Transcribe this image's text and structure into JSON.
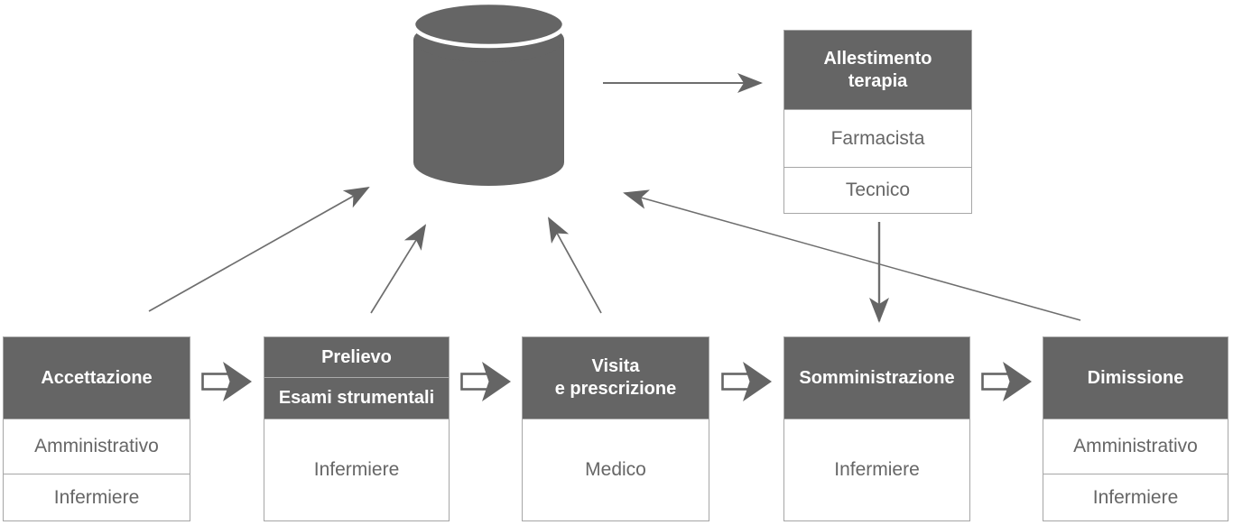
{
  "diagram": {
    "database": {
      "icon": "database-cylinder-icon",
      "shape": "cylinder"
    },
    "therapy_box": {
      "title_lines": [
        "Allestimento",
        "terapia"
      ],
      "roles": [
        "Farmacista",
        "Tecnico"
      ]
    },
    "steps": [
      {
        "title_lines": [
          "Accettazione"
        ],
        "roles": [
          "Amministrativo",
          "Infermiere"
        ]
      },
      {
        "title_lines": [
          "Prelievo",
          "Esami strumentali"
        ],
        "roles": [
          "Infermiere"
        ]
      },
      {
        "title_lines": [
          "Visita",
          "e prescrizione"
        ],
        "roles": [
          "Medico"
        ]
      },
      {
        "title_lines": [
          "Somministrazione"
        ],
        "roles": [
          "Infermiere"
        ]
      },
      {
        "title_lines": [
          "Dimissione"
        ],
        "roles": [
          "Amministrativo",
          "Infermiere"
        ]
      }
    ],
    "connectors": {
      "to_database": [
        "accettazione",
        "prelievo",
        "visita",
        "dimissione"
      ],
      "database_to": [
        "allestimento-terapia"
      ],
      "allestimento_to": [
        "somministrazione"
      ],
      "next_step_arrows": 4
    },
    "icons": {
      "database-cylinder-icon": "svg cylinder shape",
      "next-step-arrow-icon": "block arrow pointing right",
      "flow-arrow-icon": "thin line with stealth arrowhead"
    },
    "colors": {
      "dark_fill": "#656565",
      "connector_line": "#6e6e6e",
      "cell_border": "#a6a6a6",
      "body_text": "#666666",
      "header_text": "#ffffff",
      "background": "#ffffff"
    }
  }
}
